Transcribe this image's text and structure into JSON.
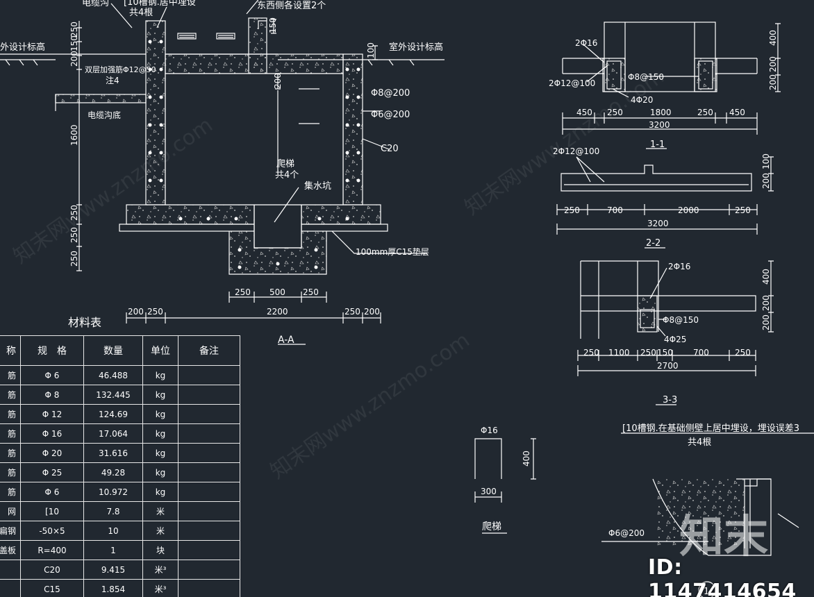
{
  "watermark": {
    "text": "知末网www.znzmo.com",
    "logo": "知末",
    "id_label": "ID: 1147414654"
  },
  "section_aa": {
    "title": "A-A",
    "labels": {
      "cable_trench": "电缆沟",
      "channel_embed": "[10槽钢.居中埋设",
      "channel_count": "共4根",
      "east_west": "东西侧各设置2个",
      "outdoor_left": "外设计标高",
      "outdoor_right": "室外设计标高",
      "double_rebar": "双层加强筋Φ12@50",
      "note4": "注4",
      "trench_bottom": "电缆沟底",
      "rebar_8": "Φ8@200",
      "rebar_6": "Φ6@200",
      "concrete": "C20",
      "ladder": "爬梯",
      "ladder_count": "共4个",
      "sump": "集水坑",
      "cushion": "100mm厚C15垫层"
    },
    "dims_vertical": [
      "250",
      "150",
      "200",
      "1600",
      "250",
      "250",
      "250",
      "150",
      "200",
      "100"
    ],
    "dims_bottom": {
      "row1": [
        "250",
        "500",
        "250"
      ],
      "row2": [
        "200",
        "250",
        "2200",
        "250",
        "200"
      ]
    }
  },
  "section_11": {
    "title": "1-1",
    "labels": {
      "top": "2Φ16",
      "left": "2Φ12@100",
      "stirrup": "Φ8@150",
      "bottom": "4Φ20"
    },
    "dims_vertical": [
      "400",
      "200",
      "200"
    ],
    "dims_row1": [
      "450",
      "250",
      "1800",
      "250",
      "450"
    ],
    "dims_total": "3200"
  },
  "section_22": {
    "title": "2-2",
    "labels": {
      "top": "2Φ12@100"
    },
    "dims_vertical": [
      "100",
      "200"
    ],
    "dims_row1": [
      "250",
      "700",
      "2000",
      "250"
    ],
    "dims_total": "3200"
  },
  "section_33": {
    "title": "3-3",
    "labels": {
      "top": "2Φ16",
      "stirrup": "Φ8@150",
      "bottom": "4Φ25"
    },
    "dims_vertical": [
      "400",
      "200",
      "200"
    ],
    "dims_row1": [
      "250",
      "1100",
      "250",
      "150",
      "700",
      "250"
    ],
    "dims_total": "2700"
  },
  "ladder_detail": {
    "title": "爬梯",
    "bar": "Φ16",
    "height": "400",
    "width": "300"
  },
  "detail_1": {
    "note": "[10槽钢.在基础侧壁上居中埋设，埋设误差3",
    "count": "共4根",
    "rebar": "Φ6@200",
    "number": "1"
  },
  "material_table": {
    "title": "材料表",
    "headers": [
      "称",
      "规　格",
      "数量",
      "单位",
      "备注"
    ],
    "rows": [
      [
        "筋",
        "Φ 6",
        "46.488",
        "kg",
        ""
      ],
      [
        "筋",
        "Φ 8",
        "132.445",
        "kg",
        ""
      ],
      [
        "筋",
        "Φ 12",
        "124.69",
        "kg",
        ""
      ],
      [
        "筋",
        "Φ 16",
        "17.064",
        "kg",
        ""
      ],
      [
        "筋",
        "Φ 20",
        "31.616",
        "kg",
        ""
      ],
      [
        "筋",
        "Φ 25",
        "49.28",
        "kg",
        ""
      ],
      [
        "筋",
        "Φ 6",
        "10.972",
        "kg",
        ""
      ],
      [
        "网",
        "[10",
        "7.8",
        "米",
        ""
      ],
      [
        "扁钢",
        "-50×5",
        "10",
        "米",
        ""
      ],
      [
        "盖板",
        "R=400",
        "1",
        "块",
        ""
      ],
      [
        "",
        "C20",
        "9.415",
        "米³",
        ""
      ],
      [
        "",
        "C15",
        "1.854",
        "米³",
        ""
      ]
    ]
  },
  "colors": {
    "background": "#212830",
    "line": "#ffffff",
    "text": "#ffffff",
    "hatch": "#cfcfcf"
  }
}
